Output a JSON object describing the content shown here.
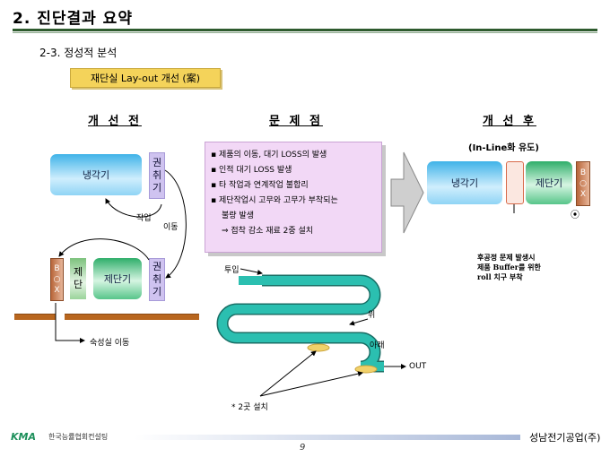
{
  "header": {
    "title": "2. 진단결과 요약",
    "subtitle": "2-3. 정성적 분석",
    "badge": "재단실 Lay-out 개선 (案)"
  },
  "columns": {
    "before": "개 선 전",
    "problem": "문 제 점",
    "after": "개 선 후"
  },
  "before": {
    "cooler": "냉각기",
    "winder_top": [
      "권",
      "취",
      "기"
    ],
    "move_label_1": "작업",
    "move_label_2": "이동",
    "box": [
      "B",
      "○",
      "X"
    ],
    "cutter_left": [
      "제",
      "단"
    ],
    "cutter": "제단기",
    "winder_bottom": [
      "권",
      "취",
      "기"
    ],
    "aging_move": "숙성실 이동"
  },
  "problems": {
    "items": [
      "제품의 이동, 대기 LOSS의 발생",
      "인적 대기 LOSS 발생",
      "타 작업과 연계작업 불합리",
      "제단작업시 고무와 고무가 부착되는"
    ],
    "item4_cont": "불량 발생",
    "solution": "⇒ 접착 감소 재료 2중 설치"
  },
  "after": {
    "note": "(In-Line화 유도)",
    "cooler": "냉각기",
    "cutter": "제단기",
    "box": [
      "B",
      "○",
      "X"
    ],
    "symbol": "⦿",
    "callout": [
      "후공정 문제 발생시",
      "제품 Buffer를 위한",
      "roll 치구 부착"
    ]
  },
  "conveyor": {
    "input": "투입",
    "top": "위",
    "bottom": "아래",
    "output": "OUT",
    "install": "* 2곳 설치"
  },
  "footer": {
    "logo": "KMA",
    "org": "한국능률협회컨설팅",
    "company": "성남전기공업(주)",
    "page": "9"
  },
  "colors": {
    "title_rule": "#2e5b2e",
    "badge": "#f4d35a",
    "conveyor": "#1fa99c",
    "note_bg": "#f2d8f6"
  }
}
